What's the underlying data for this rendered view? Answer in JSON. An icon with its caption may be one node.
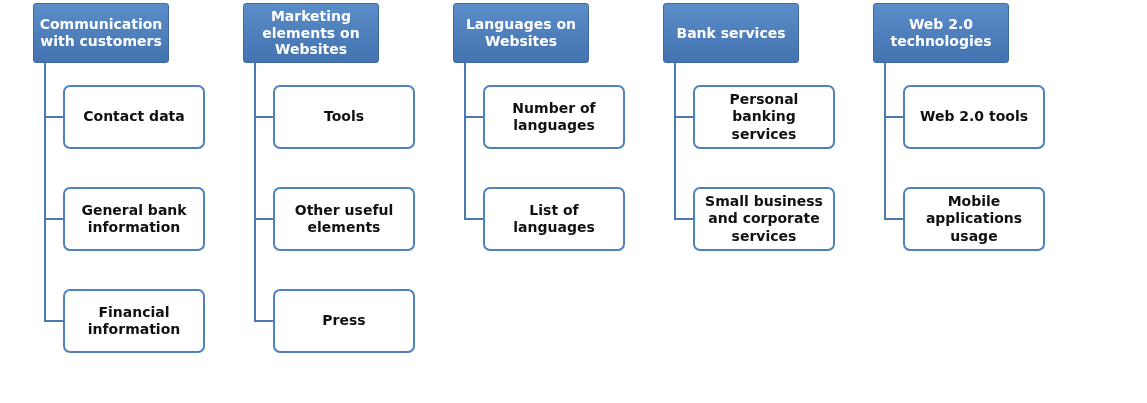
{
  "diagram": {
    "nodes": [
      {
        "text": [
          "Communication with customers"
        ]
      },
      {
        "text": [
          "Contact data"
        ]
      },
      {
        "text": [
          "General bank information"
        ]
      },
      {
        "text": [
          "Financial information"
        ]
      },
      {
        "text": [
          "Marketing elements on Websites"
        ]
      },
      {
        "text": [
          "Tools"
        ]
      },
      {
        "text": [
          "Other useful elements"
        ]
      },
      {
        "text": [
          "Press"
        ]
      },
      {
        "text": [
          "Languages on Websites"
        ]
      },
      {
        "text": [
          "Number of languages"
        ]
      },
      {
        "text": [
          "List of languages"
        ]
      },
      {
        "text": [
          "Bank services"
        ]
      },
      {
        "text": [
          "Personal banking services"
        ]
      },
      {
        "text": [
          "Small business and corporate services"
        ]
      },
      {
        "text": [
          "Web 2.0 technologies"
        ]
      },
      {
        "text": [
          "Web 2.0 tools"
        ]
      },
      {
        "text": [
          "Mobile applications usage"
        ]
      }
    ],
    "edges": [
      {
        "from": 0,
        "to": 1,
        "arrow": "none"
      },
      {
        "from": 0,
        "to": 2,
        "arrow": "none"
      },
      {
        "from": 0,
        "to": 3,
        "arrow": "none"
      },
      {
        "from": 4,
        "to": 5,
        "arrow": "none"
      },
      {
        "from": 4,
        "to": 6,
        "arrow": "none"
      },
      {
        "from": 4,
        "to": 7,
        "arrow": "none"
      },
      {
        "from": 8,
        "to": 9,
        "arrow": "none"
      },
      {
        "from": 8,
        "to": 10,
        "arrow": "none"
      },
      {
        "from": 11,
        "to": 12,
        "arrow": "none"
      },
      {
        "from": 11,
        "to": 13,
        "arrow": "none"
      },
      {
        "from": 14,
        "to": 15,
        "arrow": "none"
      },
      {
        "from": 14,
        "to": 16,
        "arrow": "none"
      }
    ]
  }
}
